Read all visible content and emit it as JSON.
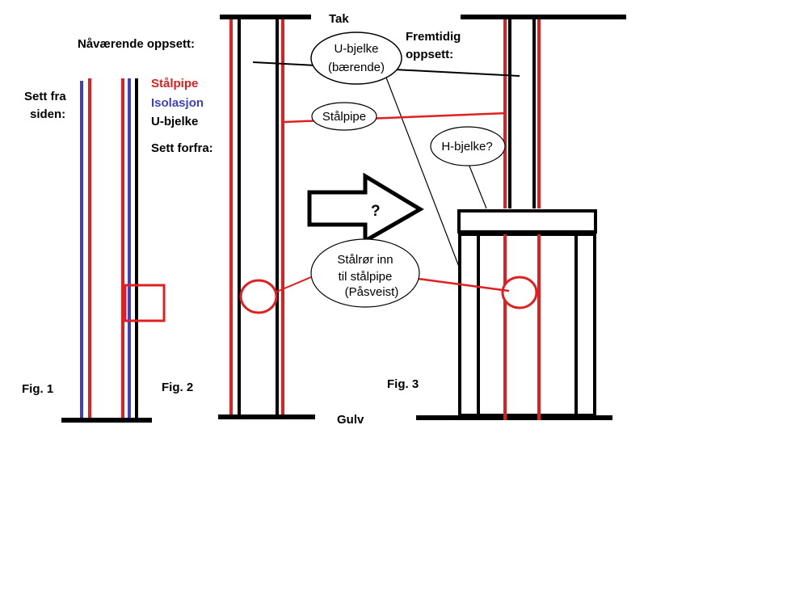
{
  "labels": {
    "current_setup": "Nåværende oppsett:",
    "side_view_1": "Sett fra",
    "side_view_2": "siden:",
    "front_view": "Sett forfra:",
    "legend_steel_pipe": "Stålpipe",
    "legend_insulation": "Isolasjon",
    "legend_u_beam": "U-bjelke",
    "future_setup_1": "Fremtidig",
    "future_setup_2": "oppsett:",
    "roof": "Tak",
    "floor": "Gulv",
    "fig1": "Fig. 1",
    "fig2": "Fig. 2",
    "fig3": "Fig. 3",
    "question": "?"
  },
  "callouts": {
    "u_beam_1": "U-bjelke",
    "u_beam_2": "(bærende)",
    "steel_pipe": "Stålpipe",
    "h_beam": "H-bjelke?",
    "tube_1": "Stålrør inn",
    "tube_2": "til stålpipe",
    "tube_3": "(Påsveist)"
  },
  "colors": {
    "steel_pipe": "#e02020",
    "insulation": "#4040c0",
    "u_beam": "#000000",
    "background": "#ffffff"
  }
}
